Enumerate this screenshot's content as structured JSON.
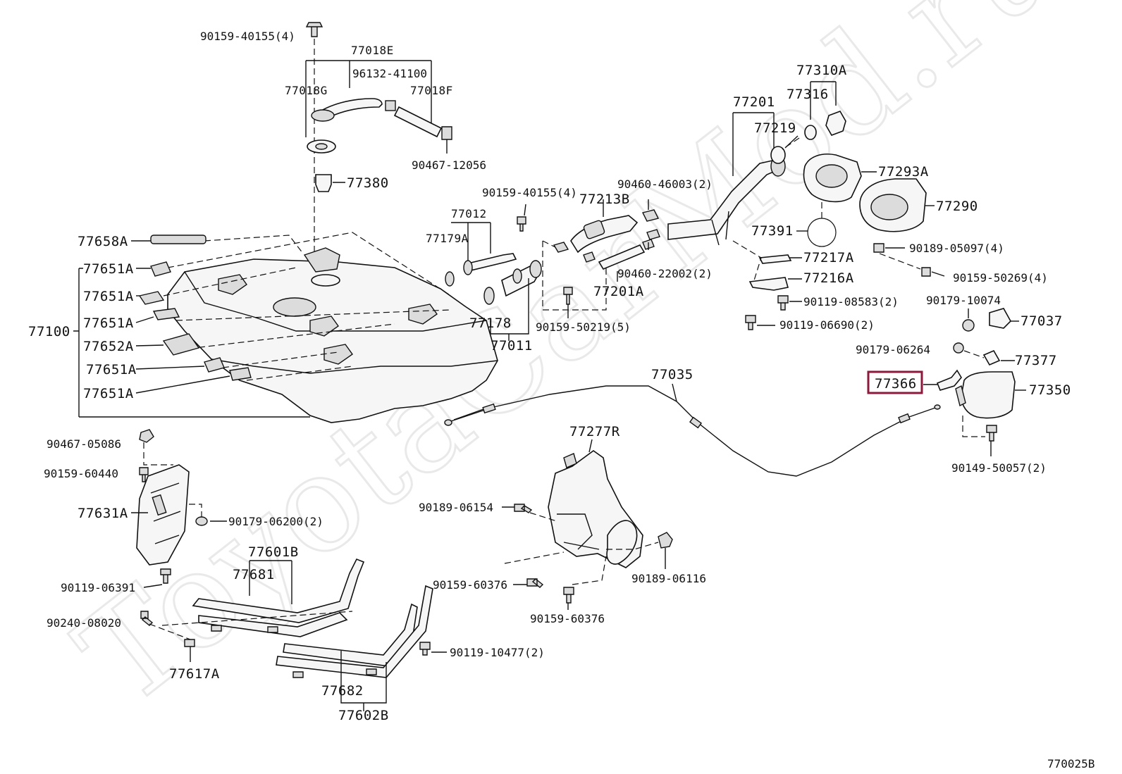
{
  "diagram": {
    "watermark": "ToyotaCarMod.ru",
    "figure_code": "770025B",
    "highlight_color": "#8b1a3c",
    "labels": {
      "p90159_40155_4_top": "90159-40155(4)",
      "p77018E": "77018E",
      "p96132_41100": "96132-41100",
      "p77018G": "77018G",
      "p77018F": "77018F",
      "p90467_12056": "90467-12056",
      "p77380": "77380",
      "p77658A": "77658A",
      "p77651A_1": "77651A",
      "p77651A_2": "77651A",
      "p77651A_3": "77651A",
      "p77652A": "77652A",
      "p77651A_4": "77651A",
      "p77651A_5": "77651A",
      "p77100": "77100",
      "p90159_40155_4_mid": "90159-40155(4)",
      "p77012": "77012",
      "p77179A": "77179A",
      "p77178": "77178",
      "p77011": "77011",
      "p90159_50219_5": "90159-50219(5)",
      "p77213B": "77213B",
      "p90460_46003_2": "90460-46003(2)",
      "p90460_22002_2": "90460-22002(2)",
      "p77201A": "77201A",
      "p77201": "77201",
      "p77219": "77219",
      "p77310A": "77310A",
      "p77316": "77316",
      "p77293A": "77293A",
      "p77290": "77290",
      "p77391": "77391",
      "p77217A": "77217A",
      "p77216A": "77216A",
      "p90189_05097_4": "90189-05097(4)",
      "p90159_50269_4": "90159-50269(4)",
      "p90119_08583_2": "90119-08583(2)",
      "p90119_06690_2": "90119-06690(2)",
      "p90179_10074": "90179-10074",
      "p77037": "77037",
      "p90179_06264": "90179-06264",
      "p77377": "77377",
      "p77366": "77366",
      "p77350": "77350",
      "p90149_50057_2": "90149-50057(2)",
      "p77035": "77035",
      "p77277R": "77277R",
      "p90467_05086": "90467-05086",
      "p90159_60440": "90159-60440",
      "p77631A": "77631A",
      "p90179_06200_2": "90179-06200(2)",
      "p77601B": "77601B",
      "p77681": "77681",
      "p90119_06391": "90119-06391",
      "p90240_08020": "90240-08020",
      "p77617A": "77617A",
      "p90159_60376_a": "90159-60376",
      "p90159_60376_b": "90159-60376",
      "p90189_06154": "90189-06154",
      "p90189_06116": "90189-06116",
      "p90119_10477_2": "90119-10477(2)",
      "p77682": "77682",
      "p77602B": "77602B"
    }
  }
}
